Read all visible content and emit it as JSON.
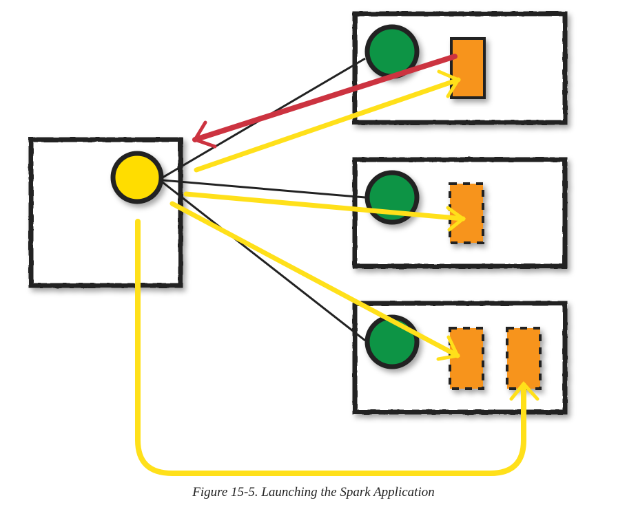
{
  "figure": {
    "caption": "Figure 15-5. Launching the Spark Application"
  },
  "colors": {
    "driver": "#ffdd00",
    "executor": "#0b9444",
    "task": "#f7941d",
    "request_arrow": "#cc3340",
    "launch_arrow": "#ffe01a",
    "outline": "#222222"
  },
  "nodes": {
    "driver_node": {
      "role": "driver",
      "process": "yellow-circle"
    },
    "worker_nodes": [
      {
        "role": "worker",
        "executor": "green-circle",
        "tasks": [
          {
            "style": "solid"
          }
        ]
      },
      {
        "role": "worker",
        "executor": "green-circle",
        "tasks": [
          {
            "style": "dashed"
          }
        ]
      },
      {
        "role": "worker",
        "executor": "green-circle",
        "tasks": [
          {
            "style": "dashed"
          },
          {
            "style": "dashed"
          }
        ]
      }
    ]
  }
}
